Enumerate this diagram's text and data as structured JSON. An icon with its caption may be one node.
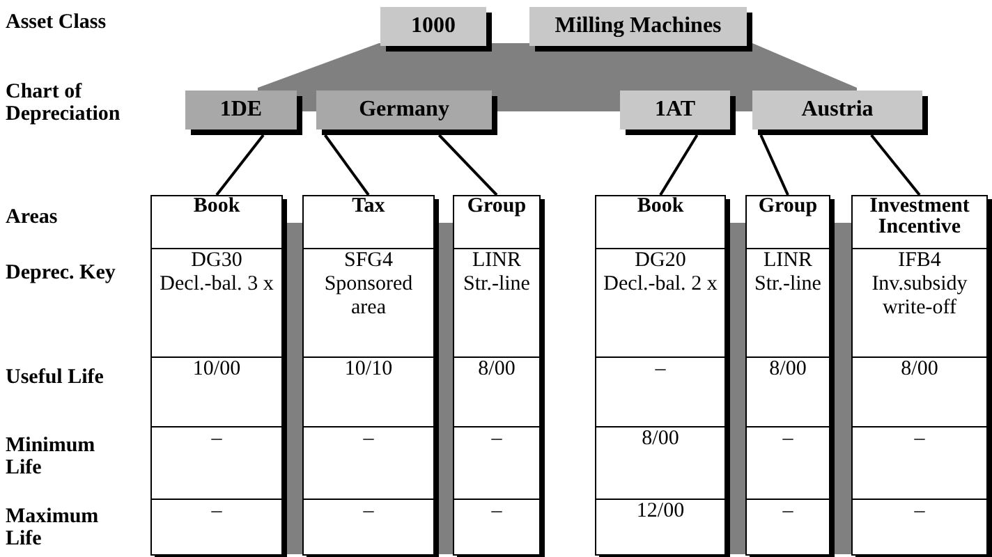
{
  "diagram": {
    "nodes": [
      {
        "text": [
          "1000"
        ]
      },
      {
        "text": [
          "Milling Machines"
        ]
      },
      {
        "text": [
          "1DE"
        ]
      },
      {
        "text": [
          "Germany"
        ]
      },
      {
        "text": [
          "1AT"
        ]
      },
      {
        "text": [
          "Austria"
        ]
      },
      {
        "text": [
          "Book",
          "DG30 Decl.-bal. 3 x",
          "10/00",
          "–",
          "–"
        ]
      },
      {
        "text": [
          "Tax",
          "SFG4 Sponsored area",
          "10/10",
          "–",
          "–"
        ]
      },
      {
        "text": [
          "Group",
          "LINR Str.-line",
          "8/00",
          "–",
          "–"
        ]
      },
      {
        "text": [
          "Book",
          "DG20 Decl.-bal. 2 x",
          "–",
          "8/00",
          "12/00"
        ]
      },
      {
        "text": [
          "Group",
          "LINR Str.-line",
          "8/00",
          "–",
          "–"
        ]
      },
      {
        "text": [
          "Investment Incentive",
          "IFB4 Inv.subsidy write-off",
          "8/00",
          "–",
          "–"
        ]
      },
      {
        "text": [],
        "shape": "band"
      }
    ],
    "edges": [
      {
        "from": 2,
        "to": 6,
        "arrow": "none"
      },
      {
        "from": 3,
        "to": 7,
        "arrow": "none"
      },
      {
        "from": 3,
        "to": 8,
        "arrow": "none"
      },
      {
        "from": 4,
        "to": 9,
        "arrow": "none"
      },
      {
        "from": 5,
        "to": 10,
        "arrow": "none"
      },
      {
        "from": 5,
        "to": 11,
        "arrow": "none"
      }
    ],
    "labels": [
      "Asset Class",
      "Chart of Depreciation",
      "Areas",
      "Deprec. Key",
      "Useful Life",
      "Minimum Life",
      "Maximum Life"
    ]
  }
}
